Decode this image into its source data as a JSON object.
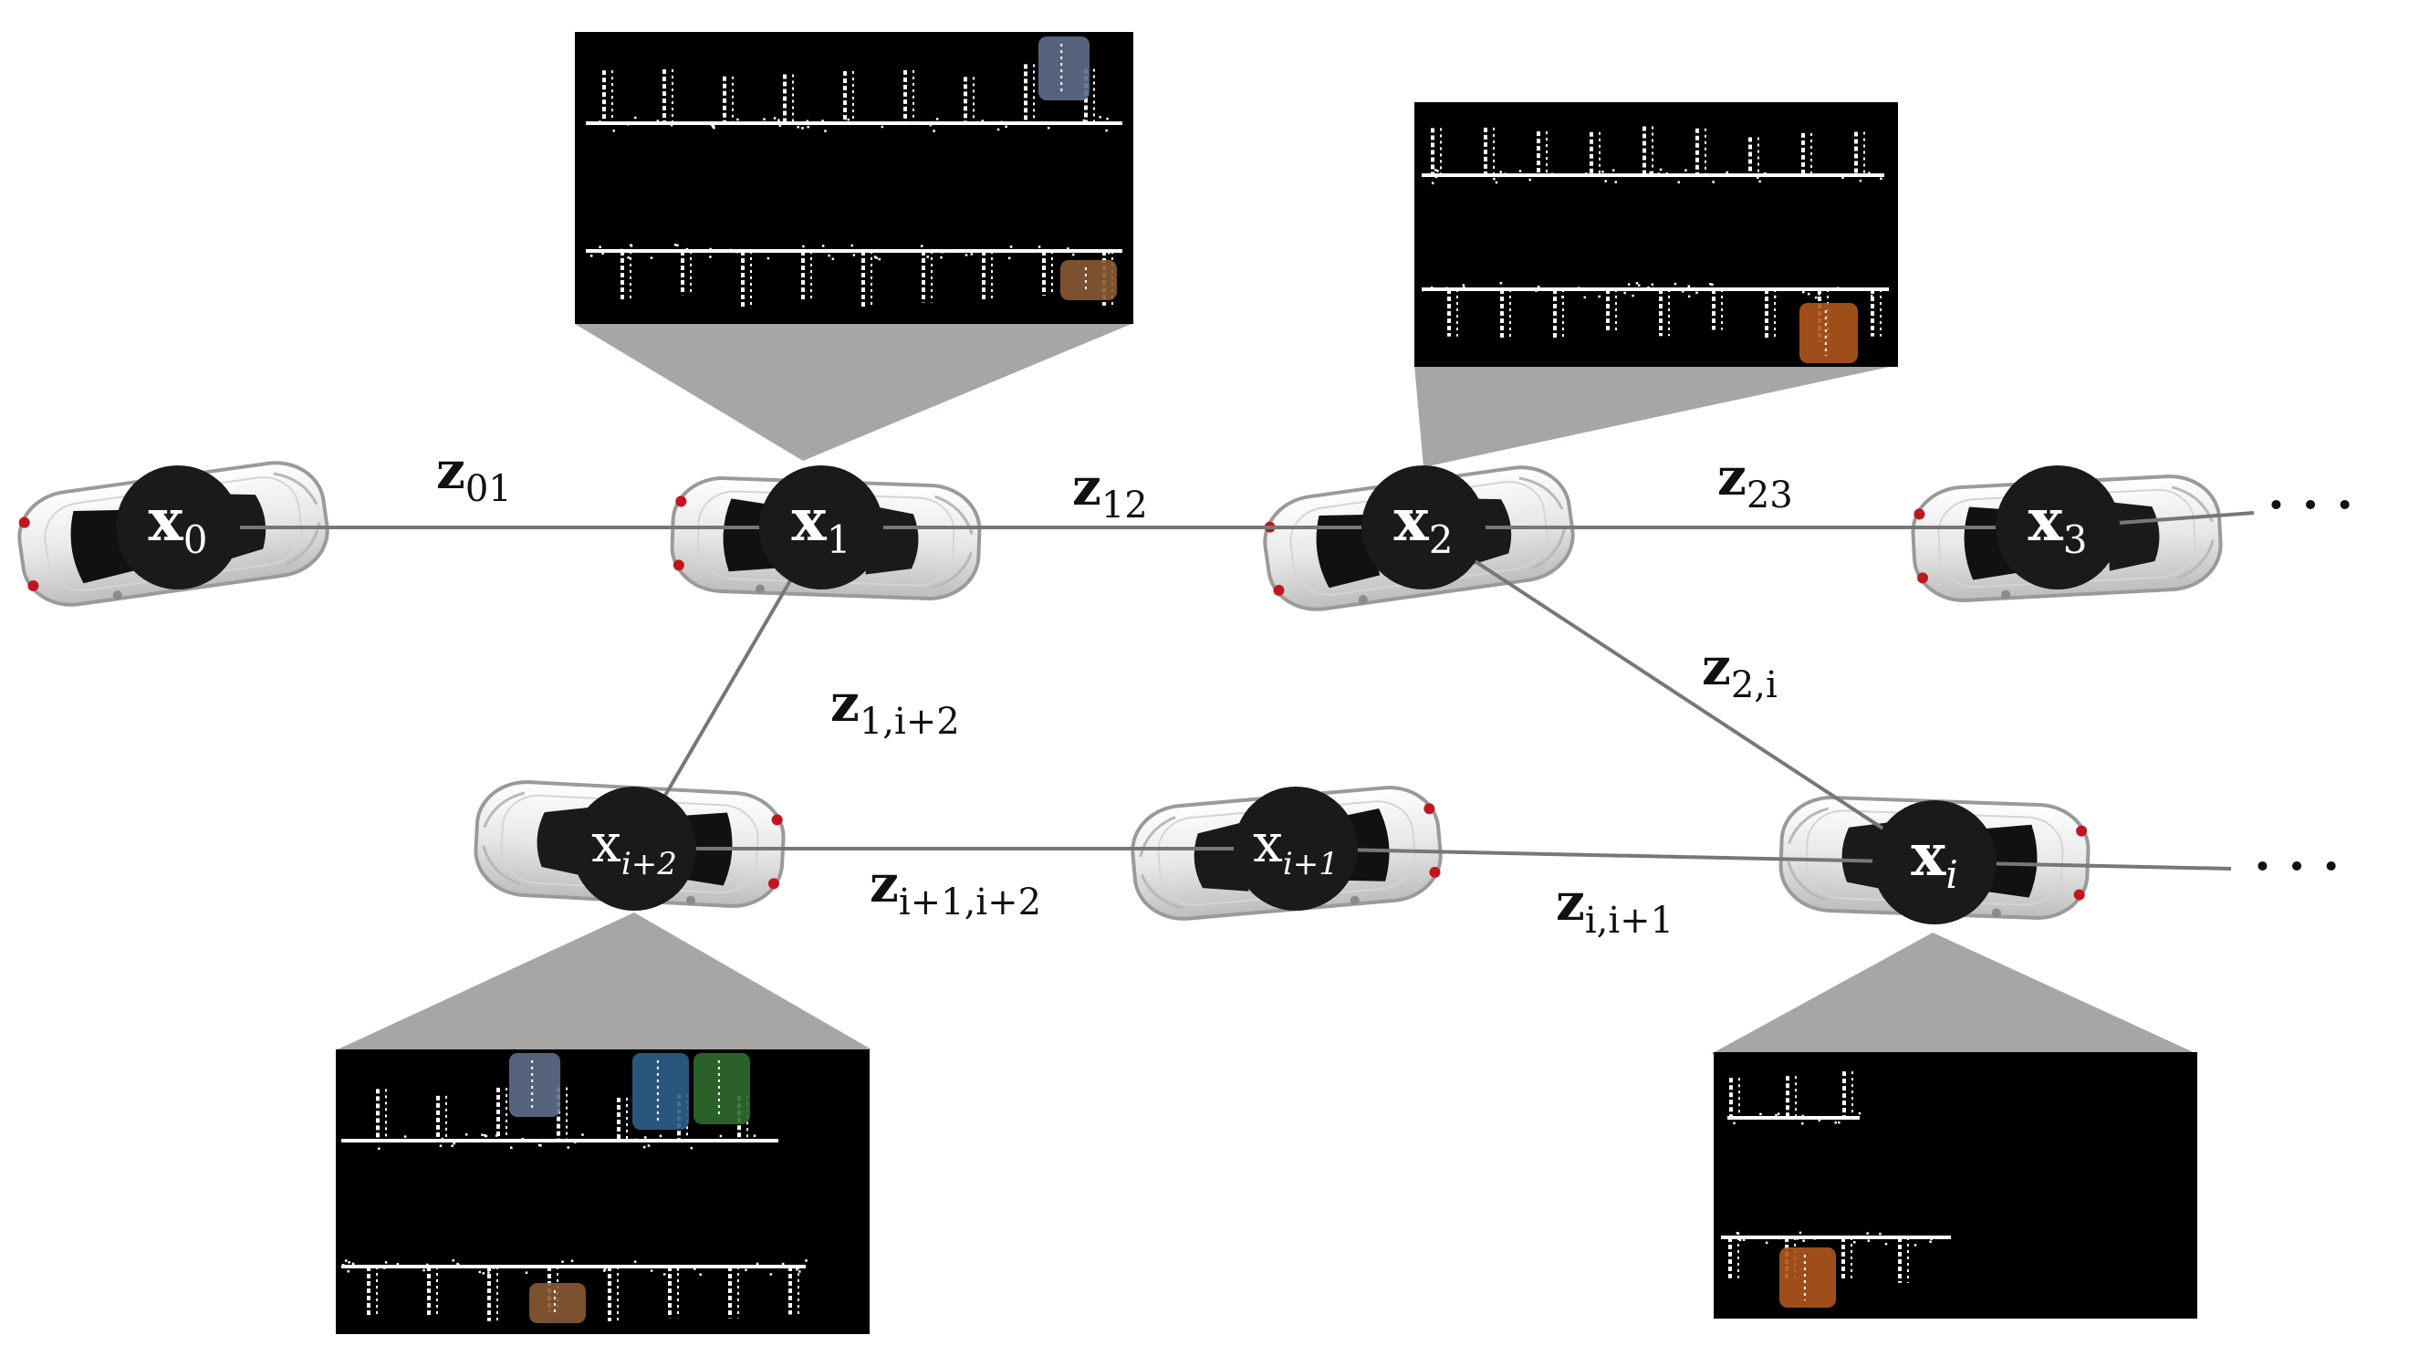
{
  "nodes": [
    {
      "id": "x0",
      "base": "x",
      "sub": "0"
    },
    {
      "id": "x1",
      "base": "x",
      "sub": "1"
    },
    {
      "id": "x2",
      "base": "x",
      "sub": "2"
    },
    {
      "id": "x3",
      "base": "x",
      "sub": "3"
    },
    {
      "id": "xi2",
      "base": "x",
      "sub": "i+2"
    },
    {
      "id": "xi1",
      "base": "x",
      "sub": "i+1"
    },
    {
      "id": "xi",
      "base": "x",
      "sub": "i"
    }
  ],
  "edges": [
    {
      "from": "x0",
      "to": "x1",
      "label_base": "z",
      "label_sub": "01"
    },
    {
      "from": "x1",
      "to": "x2",
      "label_base": "z",
      "label_sub": "12"
    },
    {
      "from": "x2",
      "to": "x3",
      "label_base": "z",
      "label_sub": "23"
    },
    {
      "from": "x2",
      "to": "xi",
      "label_base": "z",
      "label_sub": "2,i"
    },
    {
      "from": "x1",
      "to": "xi2",
      "label_base": "z",
      "label_sub": "1,i+2"
    },
    {
      "from": "xi2",
      "to": "xi1",
      "label_base": "z",
      "label_sub": "i+1,i+2"
    },
    {
      "from": "xi1",
      "to": "xi",
      "label_base": "z",
      "label_sub": "i,i+1"
    }
  ],
  "ellipsis": [
    "· · ·",
    "· · ·"
  ],
  "colors": {
    "node_fill": "#1a1a1a",
    "edge": "#777777",
    "callout": "#a8a5a5",
    "scan_background": "#000000",
    "scan_points": "#ffffff",
    "car_blue_gray": "#5e6f8a",
    "car_brown": "#8a5a34",
    "car_orange": "#b0561c",
    "car_blue": "#2f5f8c",
    "car_green": "#2e6b2c"
  }
}
